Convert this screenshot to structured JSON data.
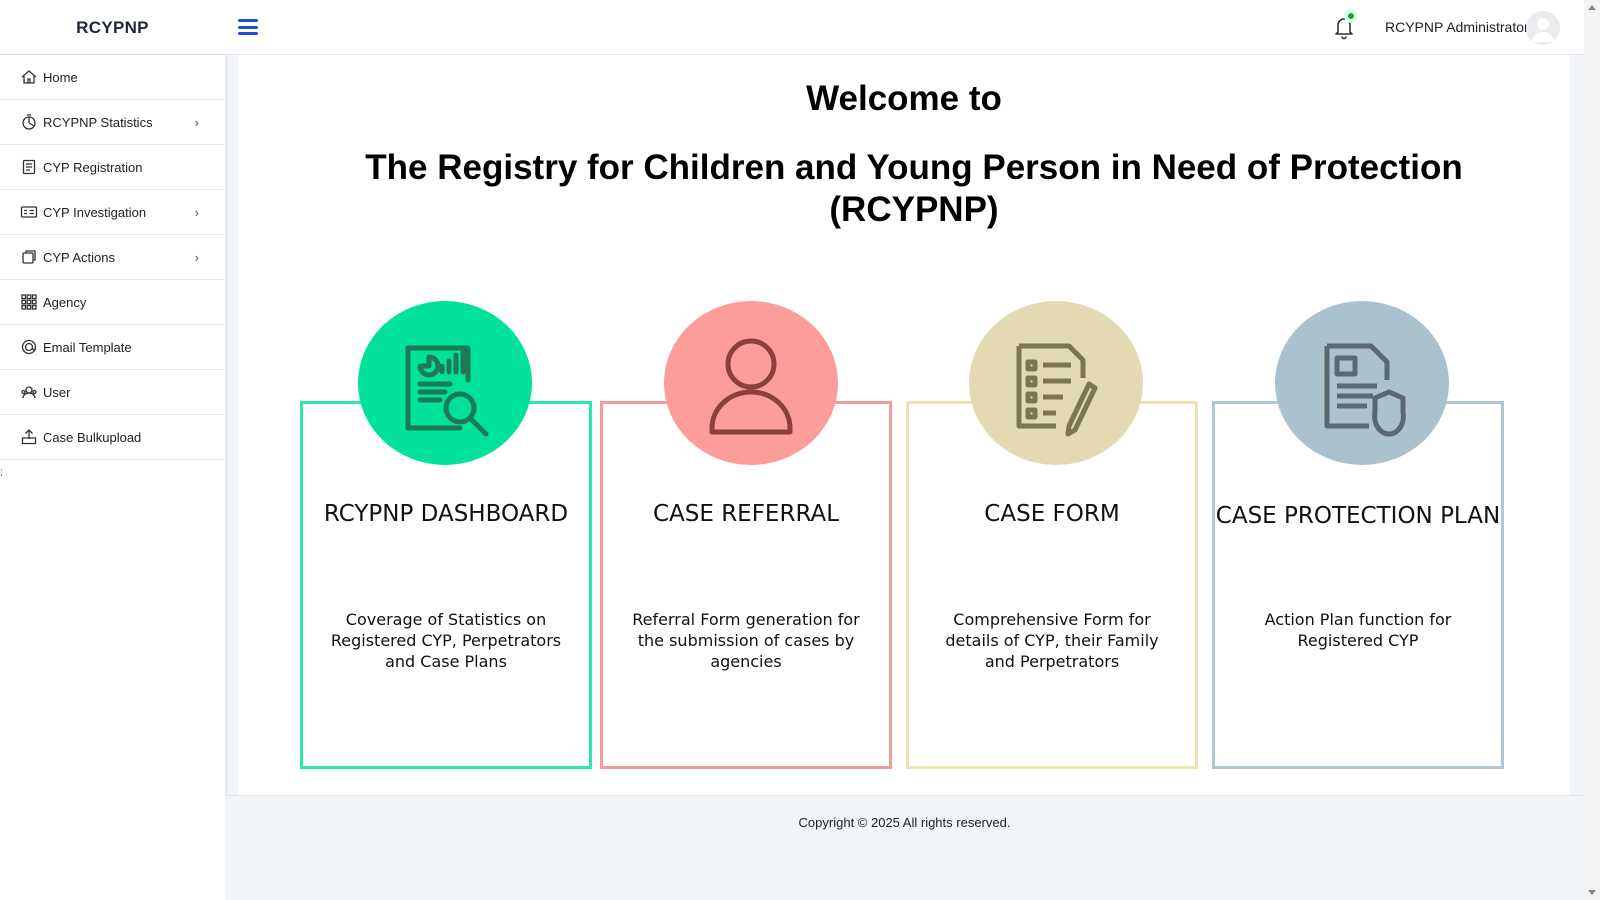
{
  "app": {
    "brand": "RCYPNP"
  },
  "header": {
    "user_name": "RCYPNP Administrator"
  },
  "sidebar": {
    "items": [
      {
        "label": "Home",
        "icon": "home-icon",
        "has_children": false
      },
      {
        "label": "RCYPNP Statistics",
        "icon": "statistics-icon",
        "has_children": true
      },
      {
        "label": "CYP Registration",
        "icon": "registration-icon",
        "has_children": false
      },
      {
        "label": "CYP Investigation",
        "icon": "investigation-icon",
        "has_children": true
      },
      {
        "label": "CYP Actions",
        "icon": "actions-icon",
        "has_children": true
      },
      {
        "label": "Agency",
        "icon": "agency-grid-icon",
        "has_children": false
      },
      {
        "label": "Email Template",
        "icon": "email-icon",
        "has_children": false
      },
      {
        "label": "User",
        "icon": "user-icon",
        "has_children": false
      },
      {
        "label": "Case Bulkupload",
        "icon": "upload-icon",
        "has_children": false
      }
    ],
    "stray_text": ";"
  },
  "main": {
    "welcome": "Welcome to",
    "registry_title": "The Registry for Children and Young Person in Need of Protection (RCYPNP)",
    "cards": [
      {
        "title": "RCYPNP DASHBOARD",
        "description": "Coverage of Statistics on Registered CYP, Perpetrators and Case Plans",
        "color": "#2ee8a8",
        "circle_color": "#00e29a",
        "icon_color": "#1e7a56",
        "icon": "report-magnifier-icon"
      },
      {
        "title": "CASE REFERRAL",
        "description": "Referral Form generation for the submission of cases by agencies",
        "color": "#f59a9a",
        "circle_color": "#fb9d9a",
        "icon_color": "#8c3f3f",
        "icon": "person-icon"
      },
      {
        "title": "CASE FORM",
        "description": "Comprehensive Form for details of CYP, their Family and Perpetrators",
        "color": "#ece3b2",
        "circle_color": "#e3dab2",
        "icon_color": "#7b7550",
        "icon": "form-pen-icon"
      },
      {
        "title": "CASE PROTECTION PLAN",
        "description": "Action Plan function for Registered CYP",
        "color": "#b3c7d3",
        "circle_color": "#a9c2ce",
        "icon_color": "#5a6870",
        "icon": "document-shield-icon"
      }
    ]
  },
  "footer": {
    "copyright": "Copyright © 2025 All rights reserved."
  }
}
